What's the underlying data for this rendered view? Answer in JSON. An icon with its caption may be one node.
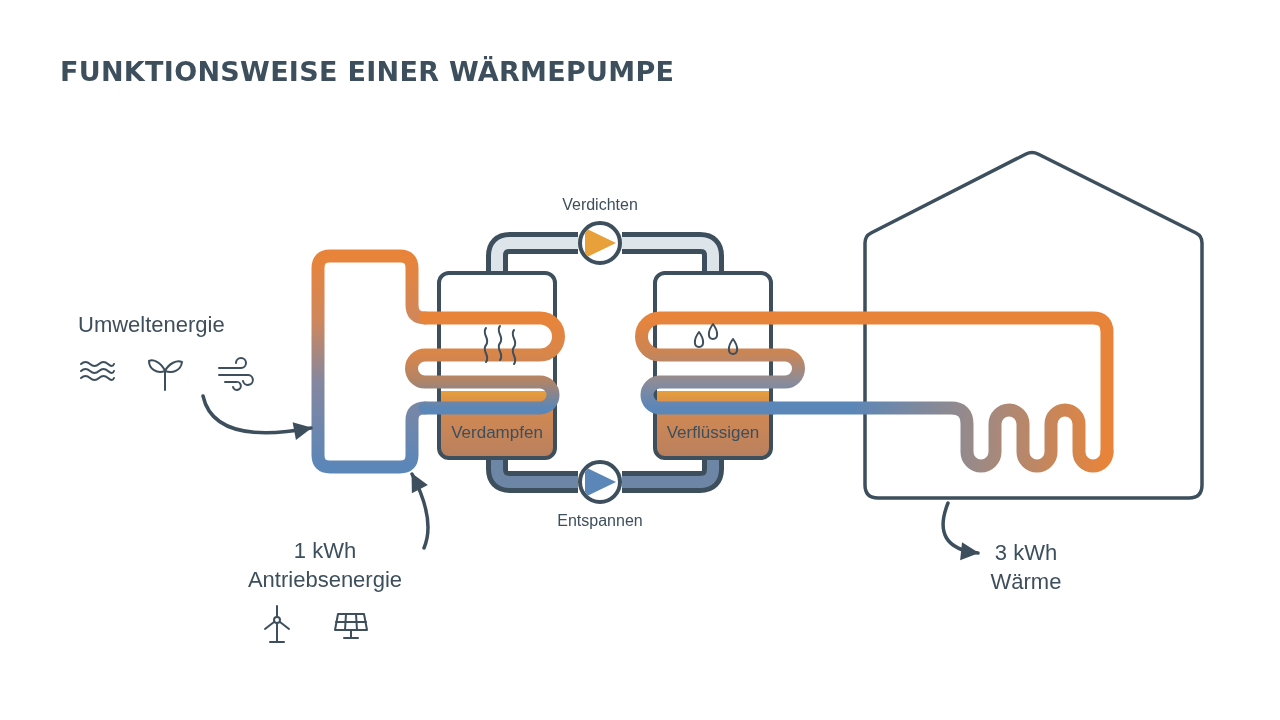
{
  "diagram": {
    "title": "FUNKTIONSWEISE EINER WÄRMEPUMPE",
    "nodes": [
      {
        "text": [
          "Umweltenergie"
        ]
      },
      {
        "text": [],
        "shape": "pipe"
      },
      {
        "text": [
          "Verdichten"
        ]
      },
      {
        "text": [
          "Verdampfen"
        ]
      },
      {
        "text": [
          "Verflüssigen"
        ]
      },
      {
        "text": [
          "Entspannen"
        ]
      },
      {
        "text": [],
        "shape": "house"
      },
      {
        "text": [
          "1 kWh Antriebsenergie"
        ]
      },
      {
        "text": [
          "3 kWh Wärme"
        ]
      }
    ],
    "edges": [
      {
        "from": 0,
        "to": 1,
        "arrow": "to"
      },
      {
        "from": 7,
        "to": 1,
        "arrow": "to"
      },
      {
        "from": 6,
        "to": 8,
        "arrow": "to"
      },
      {
        "from": 3,
        "to": 2,
        "arrow": "none"
      },
      {
        "from": 2,
        "to": 4,
        "arrow": "none"
      },
      {
        "from": 4,
        "to": 5,
        "arrow": "none"
      },
      {
        "from": 5,
        "to": 3,
        "arrow": "none"
      },
      {
        "from": 4,
        "to": 6,
        "arrow": "none",
        "color": "#e8843a"
      },
      {
        "from": 4,
        "to": 6,
        "arrow": "none",
        "color": "#5b86b8"
      }
    ]
  }
}
